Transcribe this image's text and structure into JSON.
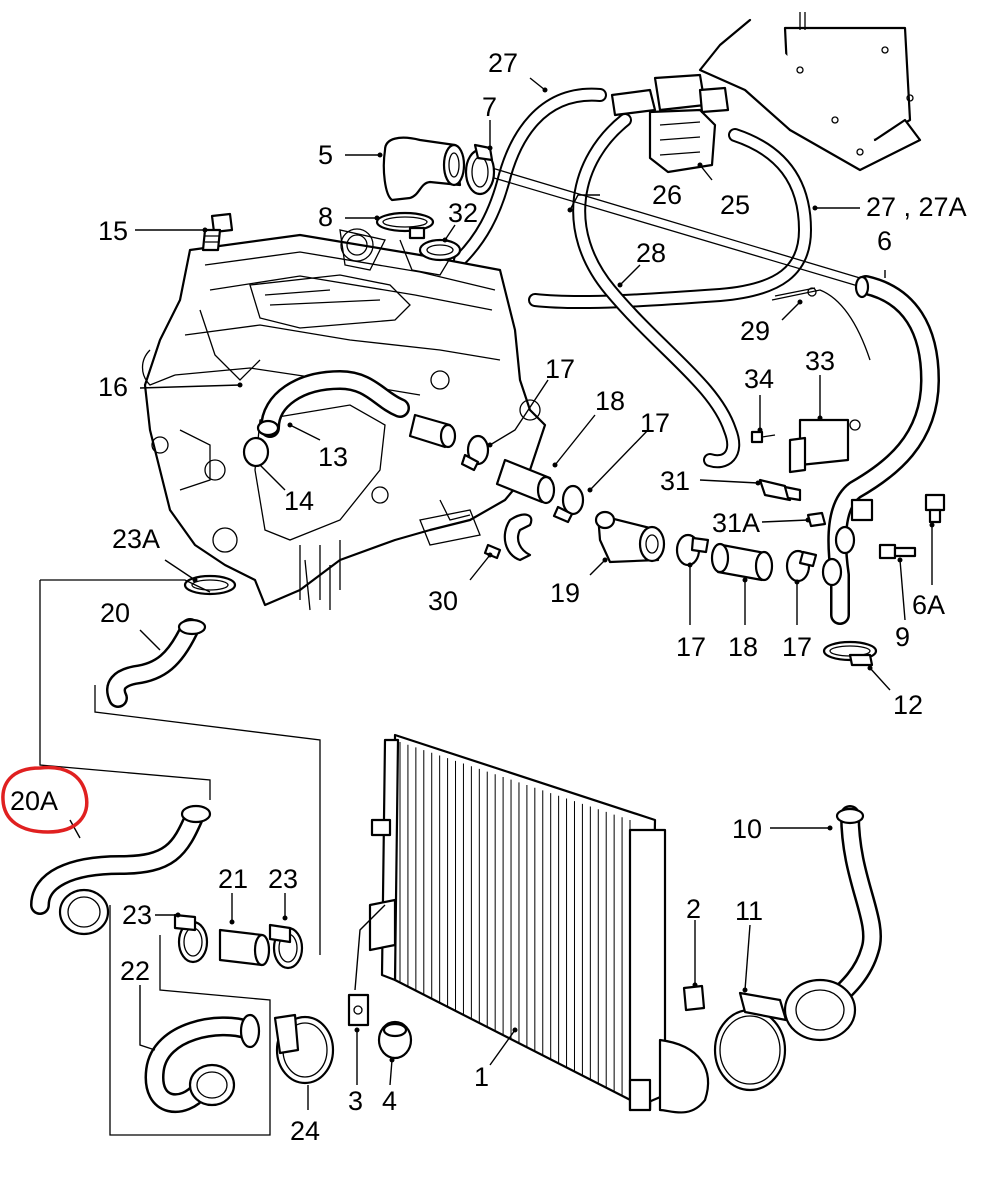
{
  "callouts": {
    "c27a": "27",
    "c7": "7",
    "c5": "5",
    "c26": "26",
    "c25": "25",
    "c8": "8",
    "c32": "32",
    "c27b": "27 , 27A",
    "c15": "15",
    "c6": "6",
    "c28": "28",
    "c29": "29",
    "c33": "33",
    "c16": "16",
    "c34": "34",
    "c17a": "17",
    "c18a": "18",
    "c17b": "17",
    "c13": "13",
    "c14": "14",
    "c31": "31",
    "c31a": "31A",
    "c23a": "23A",
    "c30": "30",
    "c19": "19",
    "c6a": "6A",
    "c9": "9",
    "c17c": "17",
    "c18b": "18",
    "c17d": "17",
    "c20": "20",
    "c12": "12",
    "c20a": "20A",
    "c10": "10",
    "c21": "21",
    "c23b": "23",
    "c23c": "23",
    "c2": "2",
    "c11": "11",
    "c22": "22",
    "c3": "3",
    "c4": "4",
    "c1": "1",
    "c24": "24"
  },
  "highlight": {
    "target": "20A",
    "color": "#e02020"
  }
}
